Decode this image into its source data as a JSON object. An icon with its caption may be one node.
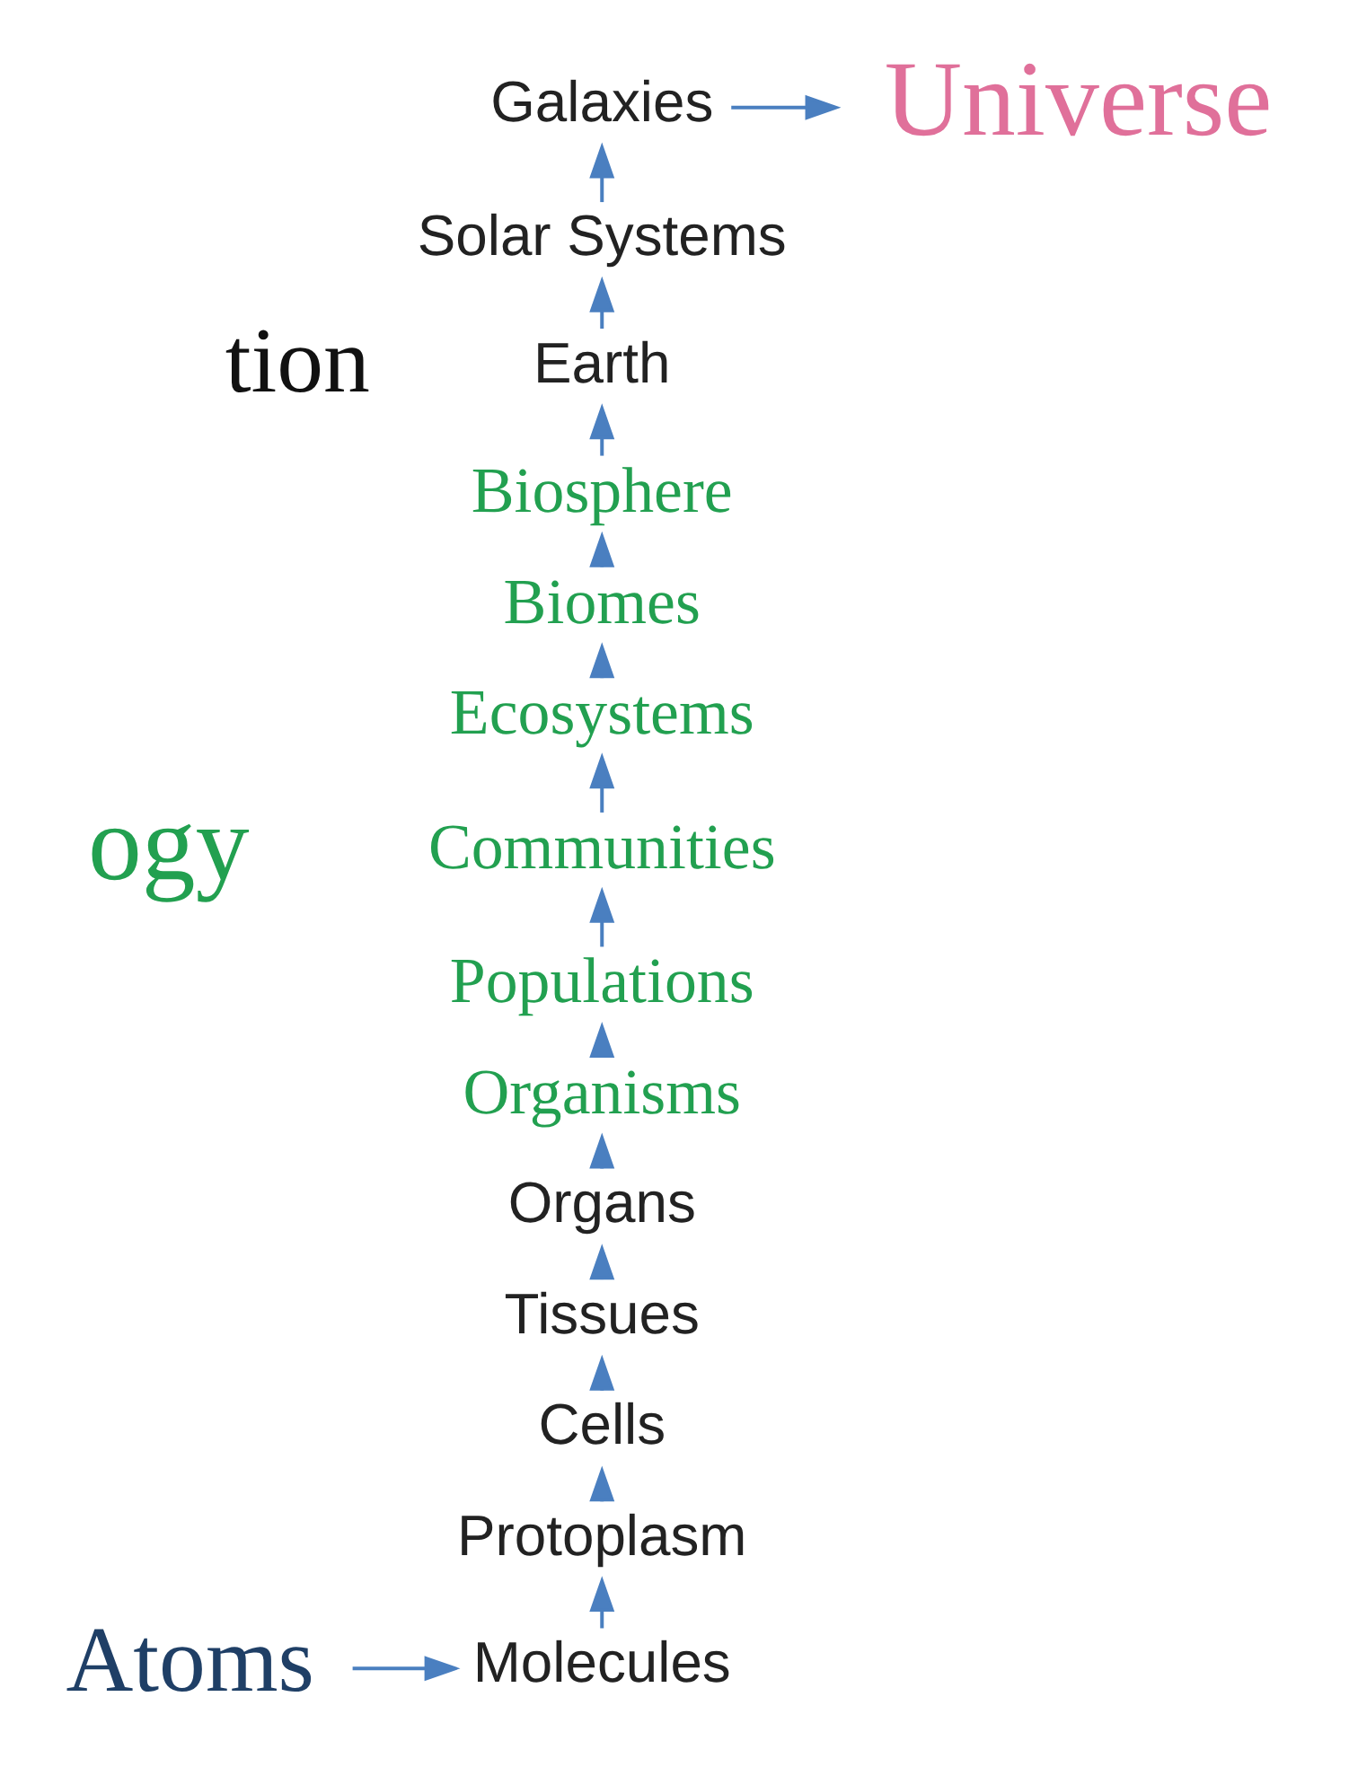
{
  "diagram": {
    "nodes": [
      {
        "text": [
          "Galaxies"
        ]
      },
      {
        "text": [
          "Universe"
        ]
      },
      {
        "text": [
          "Solar Systems"
        ]
      },
      {
        "text": [
          "Earth"
        ]
      },
      {
        "text": [
          "Biosphere"
        ]
      },
      {
        "text": [
          "Biomes"
        ]
      },
      {
        "text": [
          "Ecosystems"
        ]
      },
      {
        "text": [
          "Communities"
        ]
      },
      {
        "text": [
          "Populations"
        ]
      },
      {
        "text": [
          "Organisms"
        ]
      },
      {
        "text": [
          "Organs"
        ]
      },
      {
        "text": [
          "Tissues"
        ]
      },
      {
        "text": [
          "Cells"
        ]
      },
      {
        "text": [
          "Protoplasm"
        ]
      },
      {
        "text": [
          "Atoms"
        ]
      },
      {
        "text": [
          "Molecules"
        ]
      }
    ],
    "edges": [
      {
        "from": 0,
        "to": 1,
        "arrow": "to"
      },
      {
        "from": 2,
        "to": 0,
        "arrow": "to"
      },
      {
        "from": 3,
        "to": 2,
        "arrow": "to"
      },
      {
        "from": 4,
        "to": 3,
        "arrow": "to"
      },
      {
        "from": 5,
        "to": 4,
        "arrow": "to"
      },
      {
        "from": 6,
        "to": 5,
        "arrow": "to"
      },
      {
        "from": 7,
        "to": 6,
        "arrow": "to"
      },
      {
        "from": 8,
        "to": 7,
        "arrow": "to"
      },
      {
        "from": 9,
        "to": 8,
        "arrow": "to"
      },
      {
        "from": 10,
        "to": 9,
        "arrow": "to"
      },
      {
        "from": 11,
        "to": 10,
        "arrow": "to"
      },
      {
        "from": 12,
        "to": 11,
        "arrow": "to"
      },
      {
        "from": 13,
        "to": 12,
        "arrow": "to"
      },
      {
        "from": 15,
        "to": 13,
        "arrow": "to"
      },
      {
        "from": 14,
        "to": 15,
        "arrow": "to"
      }
    ],
    "labels": [
      "tion",
      "ogy"
    ]
  }
}
